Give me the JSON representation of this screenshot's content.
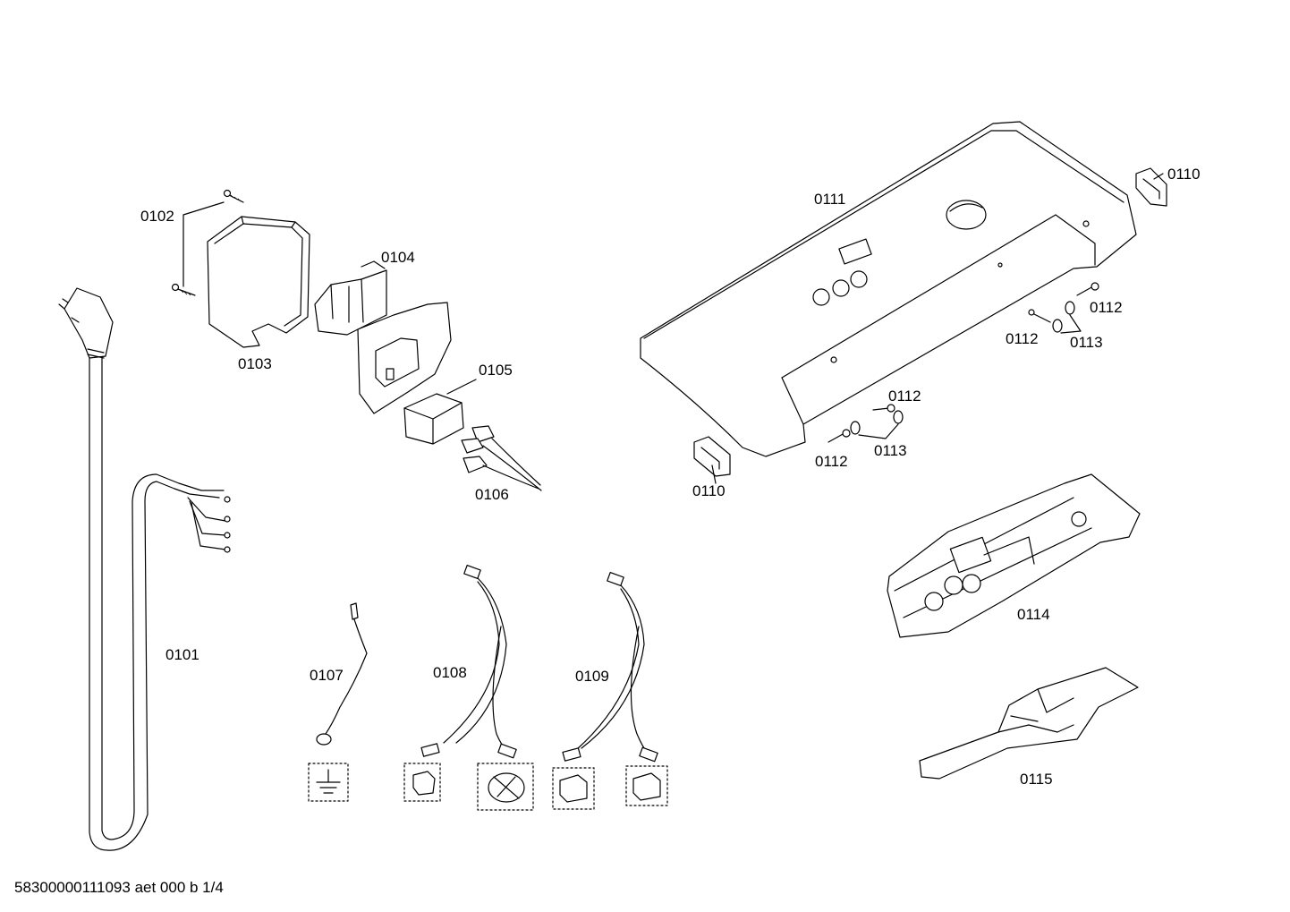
{
  "footer": "58300000111093 aet 000 b 1/4",
  "callouts": {
    "p0101": "0101",
    "p0102": "0102",
    "p0103": "0103",
    "p0104": "0104",
    "p0105": "0105",
    "p0106": "0106",
    "p0107": "0107",
    "p0108": "0108",
    "p0109": "0109",
    "p0110_top": "0110",
    "p0110_bottom": "0110",
    "p0111": "0111",
    "p0112_a": "0112",
    "p0112_b": "0112",
    "p0112_c": "0112",
    "p0112_d": "0112",
    "p0113_a": "0113",
    "p0113_b": "0113",
    "p0114": "0114",
    "p0115": "0115"
  }
}
